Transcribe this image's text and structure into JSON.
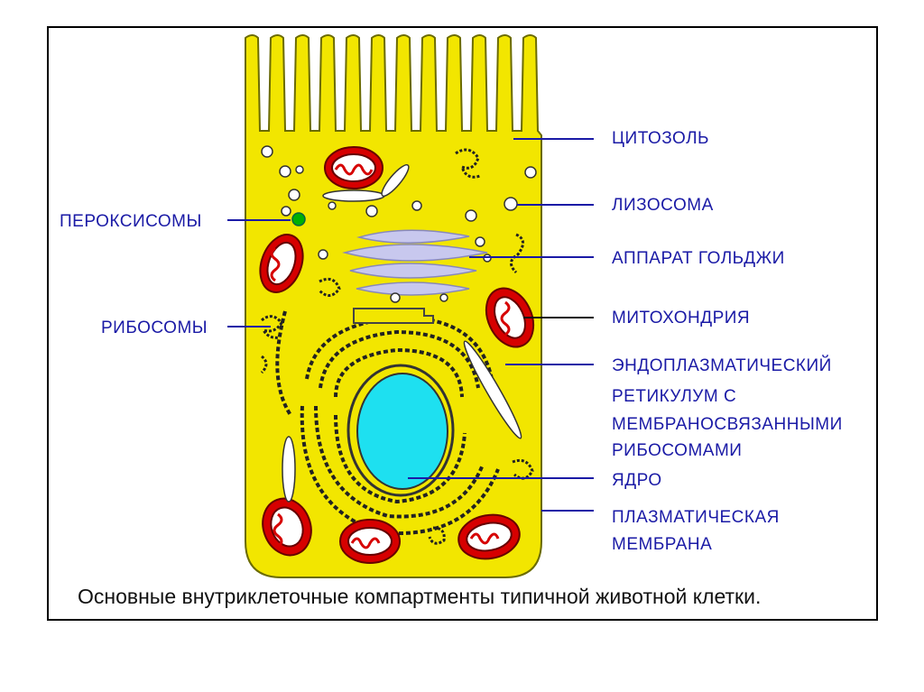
{
  "labels": {
    "cytosol": "ЦИТОЗОЛЬ",
    "lysosome": "ЛИЗОСОМА",
    "golgi": "АППАРАТ ГОЛЬДЖИ",
    "mitochondrion": "МИТОХОНДРИЯ",
    "er_line1": "ЭНДОПЛАЗМАТИЧЕСКИЙ",
    "er_line2": "РЕТИКУЛУМ С",
    "er_line3": "МЕМБРАНОСВЯЗАННЫМИ",
    "er_line4": "РИБОСОМАМИ",
    "nucleus": "ЯДРО",
    "plasma_line1": "ПЛАЗМАТИЧЕСКАЯ",
    "plasma_line2": "МЕМБРАНА",
    "peroxisomes": "ПЕРОКСИСОМЫ",
    "ribosomes": "РИБОСОМЫ"
  },
  "caption": "Основные внутриклеточные компартменты типичной животной клетки.",
  "colors": {
    "cytoplasm": "#f2e600",
    "cell_outline": "#6b6b00",
    "nucleus": "#1ee0f0",
    "mitochondria": "#d60000",
    "golgi": "#c8c8ee",
    "peroxisome": "#00b000",
    "label_text": "#1a1aa6"
  }
}
